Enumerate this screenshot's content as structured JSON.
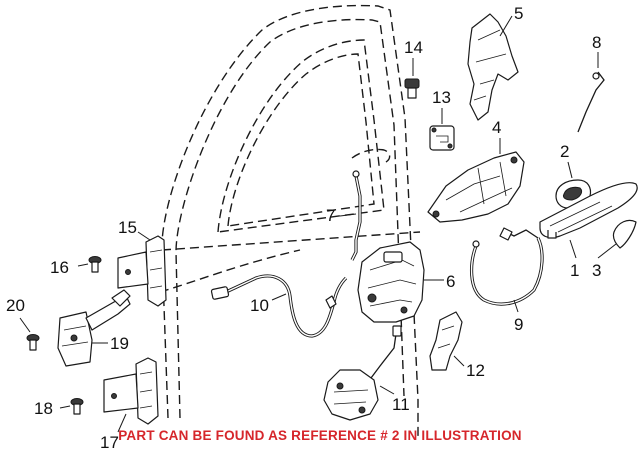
{
  "diagram": {
    "callouts": {
      "c1": "1",
      "c2": "2",
      "c3": "3",
      "c4": "4",
      "c5": "5",
      "c6": "6",
      "c7": "7",
      "c8": "8",
      "c9": "9",
      "c10": "10",
      "c11": "11",
      "c12": "12",
      "c13": "13",
      "c14": "14",
      "c15": "15",
      "c16": "16",
      "c17": "17",
      "c18": "18",
      "c19": "19",
      "c20": "20"
    },
    "footer_note": "PART CAN BE FOUND AS REFERENCE # 2 IN ILLUSTRATION",
    "colors": {
      "footer_note": "#d6262b",
      "line_art": "#1a1a1a",
      "background": "#ffffff"
    }
  }
}
